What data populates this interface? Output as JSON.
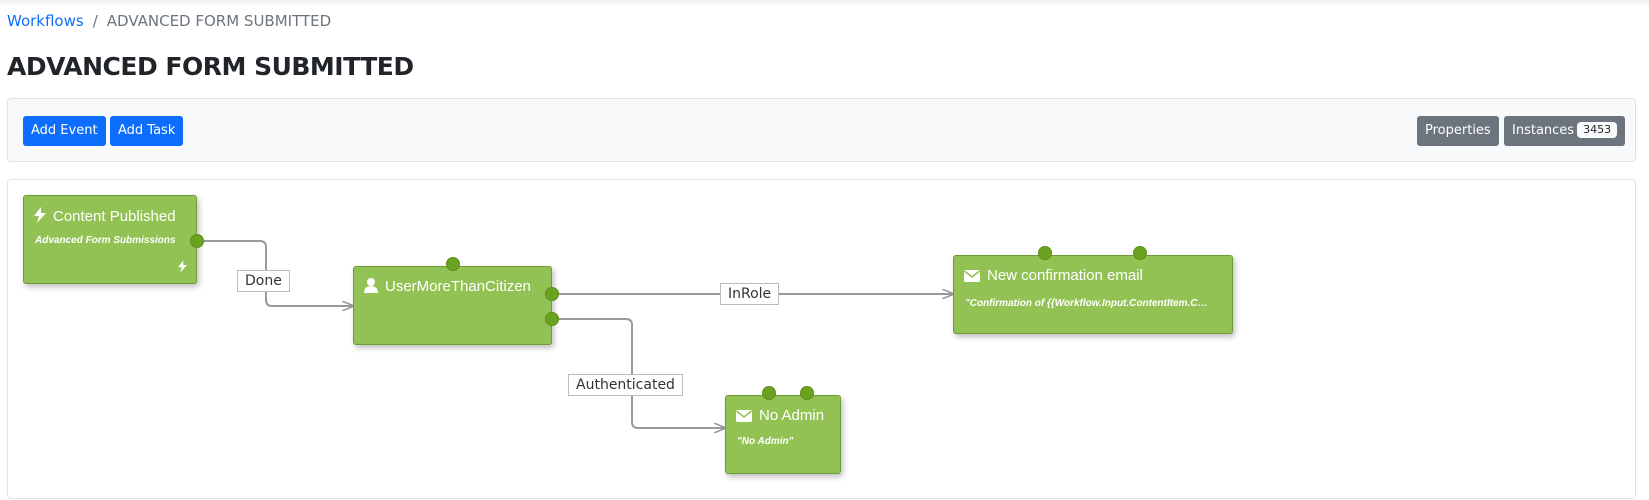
{
  "breadcrumb": {
    "root": "Workflows",
    "separator": "/",
    "current": "ADVANCED FORM SUBMITTED"
  },
  "page_title": "ADVANCED FORM SUBMITTED",
  "toolbar": {
    "add_event": "Add Event",
    "add_task": "Add Task",
    "properties": "Properties",
    "instances": "Instances",
    "instances_count": "3453"
  },
  "nodes": {
    "content_published": {
      "icon": "bolt-icon",
      "title": "Content Published",
      "subtitle": "Advanced Form Submissions"
    },
    "user_more_than_citizen": {
      "icon": "user-icon",
      "title": "UserMoreThanCitizen"
    },
    "new_confirmation_email": {
      "icon": "envelope-icon",
      "title": "New confirmation email",
      "subtitle": "\"Confirmation of {{Workflow.Input.ContentItem.C…"
    },
    "no_admin": {
      "icon": "envelope-icon",
      "title": "No Admin",
      "subtitle": "\"No Admin\""
    }
  },
  "edges": {
    "done": "Done",
    "in_role": "InRole",
    "authenticated": "Authenticated"
  },
  "colors": {
    "primary": "#0d6efd",
    "secondary": "#6c757d",
    "node_fill": "#93c254",
    "endpoint": "#6aa320",
    "edge": "#9a9a9a"
  }
}
